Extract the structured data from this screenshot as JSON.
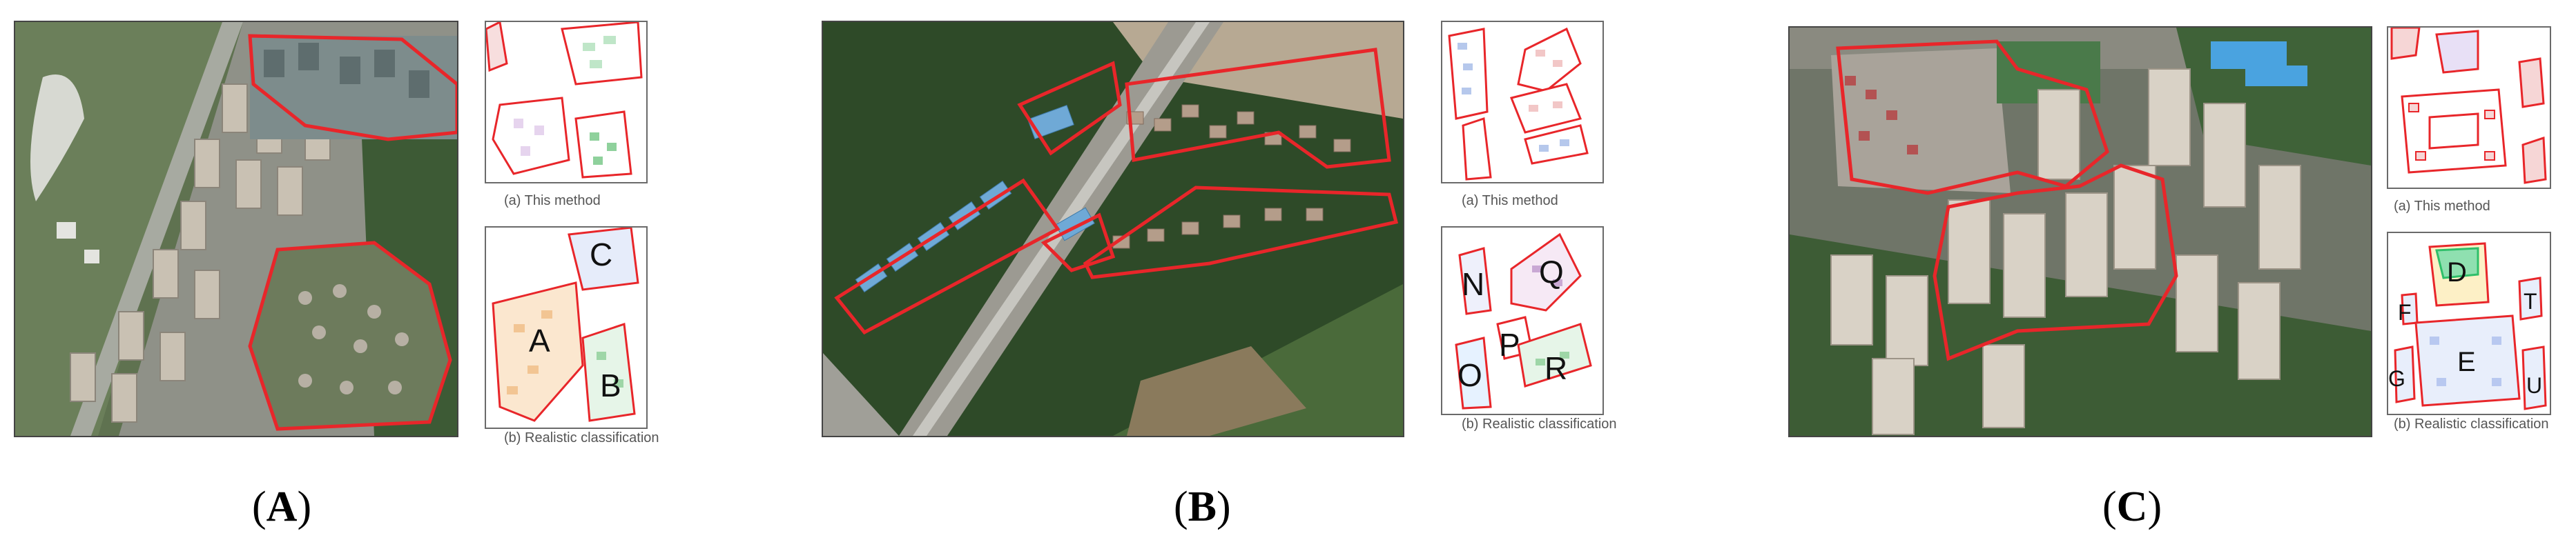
{
  "panels": [
    {
      "id": "A",
      "caption_open": "(",
      "caption_letter": "A",
      "caption_close": ")",
      "subcaption_top": "(a) This method",
      "subcaption_bottom": "(b) Realistic classification",
      "zone_labels": [
        "C",
        "A",
        "B"
      ]
    },
    {
      "id": "B",
      "caption_open": "(",
      "caption_letter": "B",
      "caption_close": ")",
      "subcaption_top": "(a) This method",
      "subcaption_bottom": "(b) Realistic classification",
      "zone_labels": [
        "N",
        "Q",
        "P",
        "O",
        "R"
      ]
    },
    {
      "id": "C",
      "caption_open": "(",
      "caption_letter": "C",
      "caption_close": ")",
      "subcaption_top": "(a) This method",
      "subcaption_bottom": "(b) Realistic classification",
      "zone_labels": [
        "D",
        "F",
        "T",
        "E",
        "G",
        "U"
      ]
    }
  ],
  "colors": {
    "boundary": "#e8262a",
    "vegetation": "#2f5a2a",
    "roof_blue": "#58a8dc",
    "building": "#b8b2a8",
    "road": "#9a9a92"
  }
}
